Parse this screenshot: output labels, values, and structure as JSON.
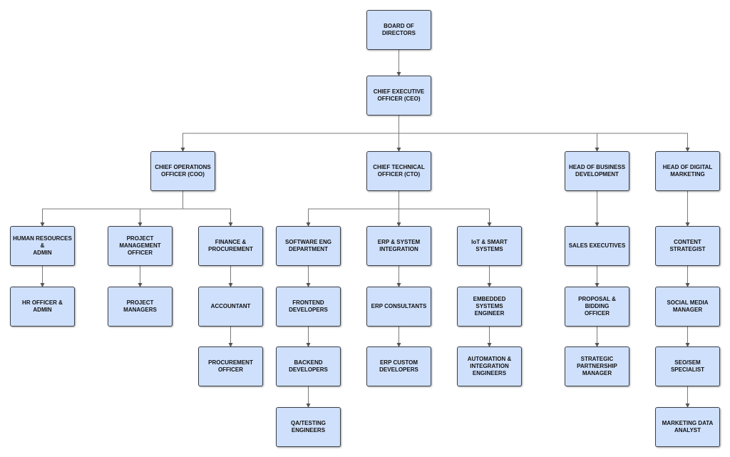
{
  "nodes": [
    {
      "id": "board",
      "label": "BOARD OF DIRECTORS"
    },
    {
      "id": "ceo",
      "label": "CHIEF EXECUTIVE\nOFFICER (CEO)"
    },
    {
      "id": "coo",
      "label": "CHIEF OPERATIONS\nOFFICER (COO)"
    },
    {
      "id": "cto",
      "label": "CHIEF TECHNICAL\nOFFICER (CTO)"
    },
    {
      "id": "hbd",
      "label": "HEAD OF BUSINESS\nDEVELOPMENT"
    },
    {
      "id": "hdm",
      "label": "HEAD OF DIGITAL\nMARKETING"
    },
    {
      "id": "hr",
      "label": "HUMAN RESOURCES &\nADMIN"
    },
    {
      "id": "pmo",
      "label": "PROJECT\nMANAGEMENT\nOFFICER"
    },
    {
      "id": "fin",
      "label": "FINANCE &\nPROCUREMENT"
    },
    {
      "id": "swe",
      "label": "SOFTWARE ENG\nDEPARTMENT"
    },
    {
      "id": "erp",
      "label": "ERP & SYSTEM\nINTEGRATION"
    },
    {
      "id": "iot",
      "label": "IoT &  SMART\nSYSTEMS"
    },
    {
      "id": "sales",
      "label": "SALES EXECUTIVES"
    },
    {
      "id": "content",
      "label": "CONTENT\nSTRATEGIST"
    },
    {
      "id": "hro",
      "label": "HR OFFICER & ADMIN"
    },
    {
      "id": "pm",
      "label": "PROJECT MANAGERS"
    },
    {
      "id": "acc",
      "label": "ACCOUNTANT"
    },
    {
      "id": "fe",
      "label": "FRONTEND\nDEVELOPERS"
    },
    {
      "id": "erpc",
      "label": "ERP CONSULTANTS"
    },
    {
      "id": "emb",
      "label": "EMBEDDED SYSTEMS\nENGINEER"
    },
    {
      "id": "prop",
      "label": "PROPOSAL & BIDDING\nOFFICER"
    },
    {
      "id": "smm",
      "label": "SOCIAL MEDIA\nMANAGER"
    },
    {
      "id": "proc",
      "label": "PROCUREMENT\nOFFICER"
    },
    {
      "id": "be",
      "label": "BACKEND\nDEVELOPERS"
    },
    {
      "id": "erpd",
      "label": "ERP CUSTOM\nDEVELOPERS"
    },
    {
      "id": "auto",
      "label": "AUTOMATION &\nINTEGRATION\nENGINEERS"
    },
    {
      "id": "spm",
      "label": "STRATEGIC\nPARTNERSHIP\nMANAGER"
    },
    {
      "id": "seo",
      "label": "SEO/SEM SPECIALIST"
    },
    {
      "id": "qa",
      "label": "QA/TESTING\nENGINEERS"
    },
    {
      "id": "mda",
      "label": "MARKETING DATA\nANALYST"
    }
  ],
  "edges": [
    [
      "board",
      "ceo"
    ],
    [
      "ceo",
      "coo"
    ],
    [
      "ceo",
      "cto"
    ],
    [
      "ceo",
      "hbd"
    ],
    [
      "ceo",
      "hdm"
    ],
    [
      "coo",
      "hr"
    ],
    [
      "coo",
      "pmo"
    ],
    [
      "coo",
      "fin"
    ],
    [
      "cto",
      "swe"
    ],
    [
      "cto",
      "erp"
    ],
    [
      "cto",
      "iot"
    ],
    [
      "hbd",
      "sales"
    ],
    [
      "hdm",
      "content"
    ],
    [
      "hr",
      "hro"
    ],
    [
      "pmo",
      "pm"
    ],
    [
      "fin",
      "acc"
    ],
    [
      "acc",
      "proc"
    ],
    [
      "swe",
      "fe"
    ],
    [
      "fe",
      "be"
    ],
    [
      "be",
      "qa"
    ],
    [
      "erp",
      "erpc"
    ],
    [
      "erpc",
      "erpd"
    ],
    [
      "iot",
      "emb"
    ],
    [
      "emb",
      "auto"
    ],
    [
      "sales",
      "prop"
    ],
    [
      "prop",
      "spm"
    ],
    [
      "content",
      "smm"
    ],
    [
      "smm",
      "seo"
    ],
    [
      "seo",
      "mda"
    ]
  ]
}
